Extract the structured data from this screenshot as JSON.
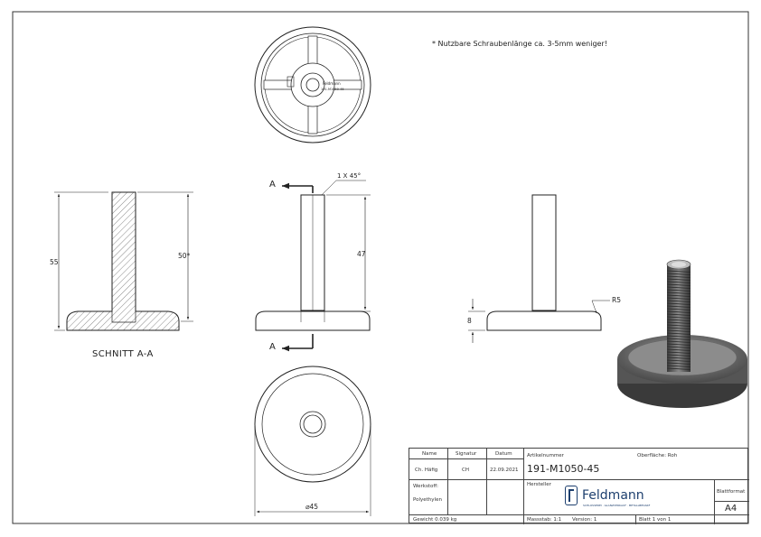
{
  "note": "* Nutzbare Schraubenlänge ca. 3-5mm weniger!",
  "section_label": "SCHNITT A-A",
  "dims": {
    "total_height": "55",
    "thread_length_section": "50*",
    "thread_length_front": "47",
    "chamfer": "1 X 45°",
    "base_height": "8",
    "radius": "R5",
    "diameter": "⌀45",
    "section_marker_top": "A",
    "section_marker_bottom": "A"
  },
  "part_text": {
    "brand": "Feldmann",
    "code": "191-M1050-45"
  },
  "title_block": {
    "headers": {
      "name": "Name",
      "signature": "Signatur",
      "date": "Datum"
    },
    "row": {
      "name": "Ch. Häfig",
      "signature": "CH",
      "date": "22.09.2021"
    },
    "material_label": "Werkstoff:",
    "material": "Polyethylen",
    "weight": "Gewicht 0.039 kg",
    "article_label": "Artikelnummer",
    "article_number": "191-M1050-45",
    "surface": "Oberfläche: Roh",
    "manufacturer_label": "Hersteller",
    "logo_text": "Feldmann",
    "logo_subtext": "SCHLOSSEREI · GLANZVERKAUF · METALLBEDARF",
    "format_label": "Blattformat",
    "format": "A4",
    "scale": "Massstab: 1:1",
    "version": "Version: 1",
    "sheet": "Blatt 1 von 1"
  }
}
